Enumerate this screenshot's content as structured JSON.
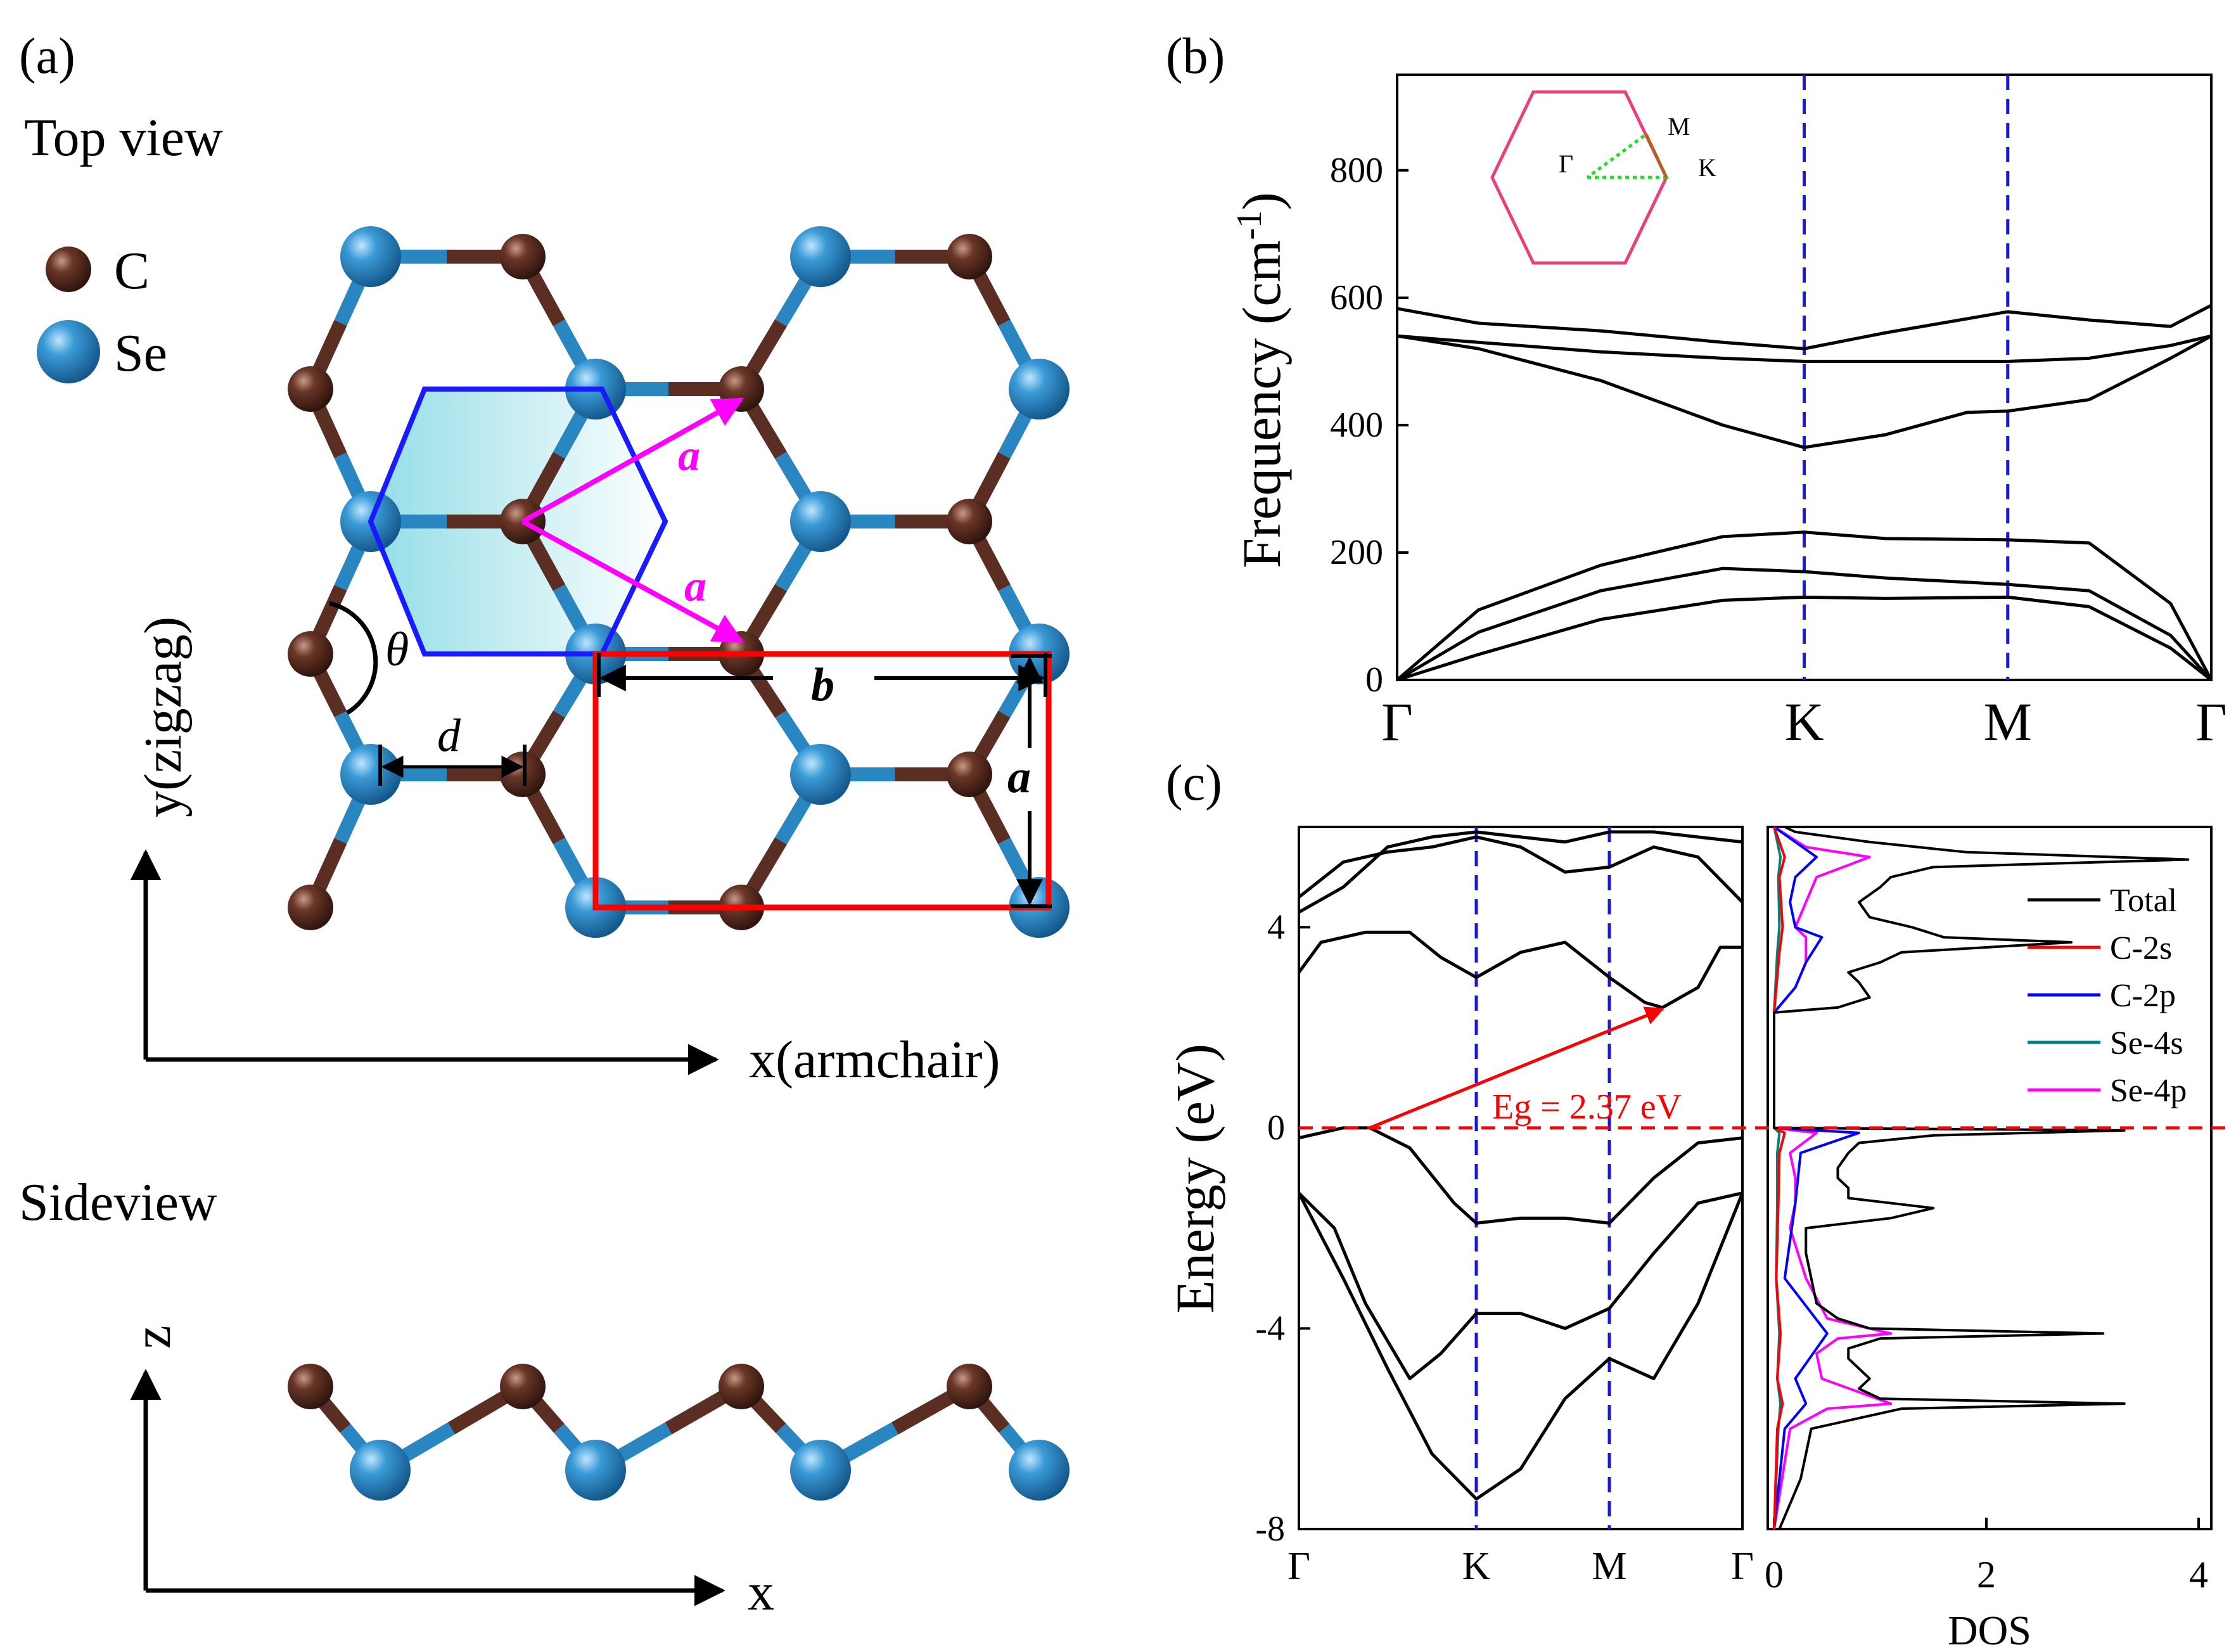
{
  "panel_a": {
    "label": "(a)",
    "top_view_title": "Top view",
    "legend": [
      {
        "label": "C",
        "color": "#5a2e22"
      },
      {
        "label": "Se",
        "color": "#2a86c0"
      }
    ],
    "x_axis_label": "x(armchair)",
    "y_axis_label": "y(zigzag)",
    "lattice_label": "a",
    "b_label": "b",
    "d_label": "d",
    "theta_label": "θ",
    "side_view_title": "Sideview",
    "side_x_label": "x",
    "side_z_label": "z",
    "colors": {
      "vector": "#ff00ff",
      "primitive_cell": "#1a1aff",
      "cell_fill": "#aee8ee",
      "rect_cell": "#ff0000",
      "bond_c": "#5a2e22",
      "bond_se": "#2a86c0"
    }
  },
  "panel_b": {
    "label": "(b)",
    "inset": {
      "gamma": "Γ",
      "m": "M",
      "k": "K",
      "hex_color": "#e8407a",
      "path_color": "#22dd22"
    },
    "chart_data": {
      "type": "line",
      "ylabel": "Frequency (cm-1)",
      "ylabel_main": "Frequency (cm",
      "ylabel_sup": "-1",
      "ylabel_end": ")",
      "ylim": [
        0,
        950
      ],
      "yticks": [
        0,
        200,
        400,
        600,
        800
      ],
      "kpath_labels": [
        "Γ",
        "K",
        "M",
        "Γ"
      ],
      "kpath_positions": [
        0,
        0.5,
        0.75,
        1.0
      ],
      "dashed_lines_at": [
        0.5,
        0.75
      ],
      "series": [
        {
          "x": [
            0,
            0.1,
            0.25,
            0.4,
            0.5,
            0.6,
            0.75,
            0.85,
            0.95,
            1.0
          ],
          "values": [
            0,
            110,
            180,
            225,
            232,
            222,
            220,
            215,
            120,
            0
          ]
        },
        {
          "x": [
            0,
            0.1,
            0.25,
            0.4,
            0.5,
            0.6,
            0.75,
            0.85,
            0.95,
            1.0
          ],
          "values": [
            0,
            75,
            140,
            175,
            170,
            160,
            150,
            140,
            70,
            0
          ]
        },
        {
          "x": [
            0,
            0.1,
            0.25,
            0.4,
            0.5,
            0.6,
            0.75,
            0.85,
            0.95,
            1.0
          ],
          "values": [
            0,
            40,
            95,
            125,
            130,
            128,
            130,
            115,
            50,
            0
          ]
        },
        {
          "x": [
            0,
            0.1,
            0.25,
            0.4,
            0.5,
            0.6,
            0.7,
            0.75,
            0.85,
            0.95,
            1.0
          ],
          "values": [
            540,
            520,
            470,
            400,
            365,
            385,
            420,
            422,
            440,
            505,
            540
          ]
        },
        {
          "x": [
            0,
            0.1,
            0.25,
            0.4,
            0.5,
            0.6,
            0.75,
            0.85,
            0.95,
            1.0
          ],
          "values": [
            540,
            530,
            515,
            505,
            500,
            500,
            500,
            505,
            525,
            540
          ]
        },
        {
          "x": [
            0,
            0.1,
            0.25,
            0.4,
            0.5,
            0.6,
            0.75,
            0.85,
            0.95,
            1.0
          ],
          "values": [
            583,
            560,
            548,
            530,
            520,
            545,
            578,
            565,
            555,
            588
          ]
        }
      ]
    }
  },
  "panel_c": {
    "label": "(c)",
    "band": {
      "chart_data": {
        "type": "line",
        "ylabel": "Energy (eV)",
        "ylim": [
          -8,
          6
        ],
        "yticks": [
          -8,
          -4,
          0,
          4
        ],
        "kpath_labels": [
          "Γ",
          "K",
          "M",
          "Γ"
        ],
        "kpath_positions": [
          0,
          0.4,
          0.7,
          1.0
        ],
        "dashed_lines_at": [
          0.4,
          0.7
        ],
        "fermi_level": 0,
        "gap_label": "Eg = 2.37 eV",
        "gap_arrow": {
          "from": [
            0.16,
            0.0
          ],
          "to": [
            0.82,
            2.37
          ]
        },
        "series": [
          {
            "x": [
              0,
              0.1,
              0.2,
              0.3,
              0.4,
              0.5,
              0.6,
              0.7,
              0.8,
              0.9,
              1.0
            ],
            "values": [
              -1.3,
              -3.0,
              -4.8,
              -6.5,
              -7.4,
              -6.8,
              -5.4,
              -4.6,
              -5.0,
              -3.5,
              -1.3
            ]
          },
          {
            "x": [
              0,
              0.08,
              0.15,
              0.25,
              0.32,
              0.4,
              0.5,
              0.6,
              0.7,
              0.8,
              0.9,
              1.0
            ],
            "values": [
              -1.3,
              -2.0,
              -3.5,
              -5.0,
              -4.5,
              -3.7,
              -3.7,
              -4.0,
              -3.6,
              -2.5,
              -1.5,
              -1.3
            ]
          },
          {
            "x": [
              0,
              0.1,
              0.16,
              0.25,
              0.35,
              0.4,
              0.5,
              0.6,
              0.7,
              0.8,
              0.9,
              1.0
            ],
            "values": [
              -0.2,
              0.0,
              0.0,
              -0.4,
              -1.5,
              -1.9,
              -1.8,
              -1.8,
              -1.9,
              -1.0,
              -0.3,
              -0.2
            ]
          },
          {
            "x": [
              0,
              0.05,
              0.15,
              0.25,
              0.32,
              0.4,
              0.5,
              0.6,
              0.7,
              0.78,
              0.82,
              0.9,
              0.95,
              1.0
            ],
            "values": [
              3.1,
              3.7,
              3.9,
              3.9,
              3.4,
              3.0,
              3.5,
              3.7,
              3.0,
              2.5,
              2.4,
              2.8,
              3.6,
              3.6
            ]
          },
          {
            "x": [
              0,
              0.1,
              0.2,
              0.3,
              0.4,
              0.5,
              0.6,
              0.7,
              0.8,
              0.9,
              1.0
            ],
            "values": [
              4.6,
              5.3,
              5.5,
              5.6,
              5.8,
              5.6,
              5.1,
              5.2,
              5.6,
              5.4,
              4.5
            ]
          },
          {
            "x": [
              0,
              0.1,
              0.2,
              0.3,
              0.4,
              0.5,
              0.6,
              0.7,
              0.8,
              0.9,
              1.0
            ],
            "values": [
              4.3,
              4.8,
              5.6,
              5.8,
              5.9,
              5.8,
              5.7,
              5.9,
              5.9,
              5.8,
              5.7
            ]
          }
        ]
      }
    },
    "dos": {
      "chart_data": {
        "type": "line",
        "xlabel": "DOS",
        "xlim": [
          0,
          4
        ],
        "xticks": [
          0,
          2,
          4
        ],
        "ylim": [
          -8,
          6
        ],
        "fermi_level": 0,
        "series": [
          {
            "name": "Total",
            "color": "#000000",
            "energy": [
              -8,
              -7.5,
              -7,
              -6.5,
              -6,
              -5.6,
              -5.5,
              -5.4,
              -5.2,
              -5,
              -4.8,
              -4.6,
              -4.4,
              -4.2,
              -4.1,
              -4.0,
              -3.8,
              -3.5,
              -3,
              -2.5,
              -2,
              -1.8,
              -1.6,
              -1.4,
              -1.2,
              -1.0,
              -0.8,
              -0.5,
              -0.3,
              -0.15,
              -0.05,
              0,
              2.3,
              2.4,
              2.6,
              2.9,
              3.1,
              3.3,
              3.5,
              3.6,
              3.7,
              3.8,
              4.0,
              4.2,
              4.5,
              4.8,
              5.0,
              5.2,
              5.35,
              5.5,
              5.7,
              5.9,
              6.0
            ],
            "values": [
              0.05,
              0.15,
              0.25,
              0.3,
              0.35,
              1.2,
              3.3,
              1.0,
              0.8,
              0.9,
              0.8,
              0.7,
              0.7,
              1.0,
              3.1,
              0.9,
              0.6,
              0.4,
              0.35,
              0.3,
              0.3,
              1.1,
              1.5,
              0.7,
              0.7,
              0.6,
              0.6,
              0.7,
              0.8,
              1.5,
              3.3,
              0,
              0,
              0.6,
              0.9,
              0.8,
              0.7,
              1.0,
              1.2,
              2.0,
              2.8,
              1.6,
              1.3,
              0.9,
              0.8,
              1.0,
              1.1,
              1.5,
              3.9,
              1.8,
              0.9,
              0.2,
              0.1
            ]
          },
          {
            "name": "C-2s",
            "color": "#ff0000",
            "energy": [
              -8,
              -6,
              -5.5,
              -5,
              -4.1,
              -3,
              -1.5,
              -0.5,
              -0.1,
              0,
              2.3,
              3.5,
              4.0,
              5.0,
              5.4,
              6.0
            ],
            "values": [
              0.0,
              0.03,
              0.08,
              0.03,
              0.06,
              0.02,
              0.04,
              0.05,
              0.1,
              0,
              0,
              0.05,
              0.08,
              0.05,
              0.1,
              0.0
            ]
          },
          {
            "name": "C-2p",
            "color": "#0000ff",
            "energy": [
              -8,
              -6,
              -5.5,
              -5,
              -4.1,
              -3,
              -1.5,
              -0.5,
              -0.1,
              0,
              2.3,
              2.8,
              3.3,
              3.8,
              4.0,
              4.5,
              5.0,
              5.4,
              6.0
            ],
            "values": [
              0.0,
              0.1,
              0.3,
              0.2,
              0.5,
              0.1,
              0.2,
              0.25,
              0.8,
              0,
              0,
              0.2,
              0.3,
              0.45,
              0.2,
              0.15,
              0.2,
              0.4,
              0.0
            ]
          },
          {
            "name": "Se-4s",
            "color": "#008080",
            "energy": [
              -8,
              -6,
              -5.5,
              -5,
              -4.1,
              -3,
              -1.5,
              -0.5,
              -0.1,
              0,
              2.3,
              3.5,
              4.0,
              5.0,
              5.4,
              6.0
            ],
            "values": [
              0.0,
              0.04,
              0.06,
              0.03,
              0.05,
              0.02,
              0.03,
              0.03,
              0.05,
              0,
              0,
              0.03,
              0.05,
              0.04,
              0.06,
              0.0
            ]
          },
          {
            "name": "Se-4p",
            "color": "#ff00ff",
            "energy": [
              -8,
              -6,
              -5.6,
              -5.5,
              -5,
              -4.5,
              -4.2,
              -4.1,
              -3.8,
              -3,
              -2,
              -1.5,
              -1.0,
              -0.5,
              -0.1,
              0,
              2.3,
              2.8,
              3.3,
              3.8,
              4.0,
              4.5,
              5.0,
              5.4,
              5.6,
              6.0
            ],
            "values": [
              0.0,
              0.15,
              0.5,
              1.1,
              0.45,
              0.4,
              0.6,
              1.1,
              0.5,
              0.3,
              0.15,
              0.2,
              0.2,
              0.15,
              0.4,
              0,
              0,
              0.2,
              0.3,
              0.3,
              0.2,
              0.3,
              0.4,
              0.9,
              0.3,
              0.0
            ]
          }
        ]
      }
    }
  }
}
